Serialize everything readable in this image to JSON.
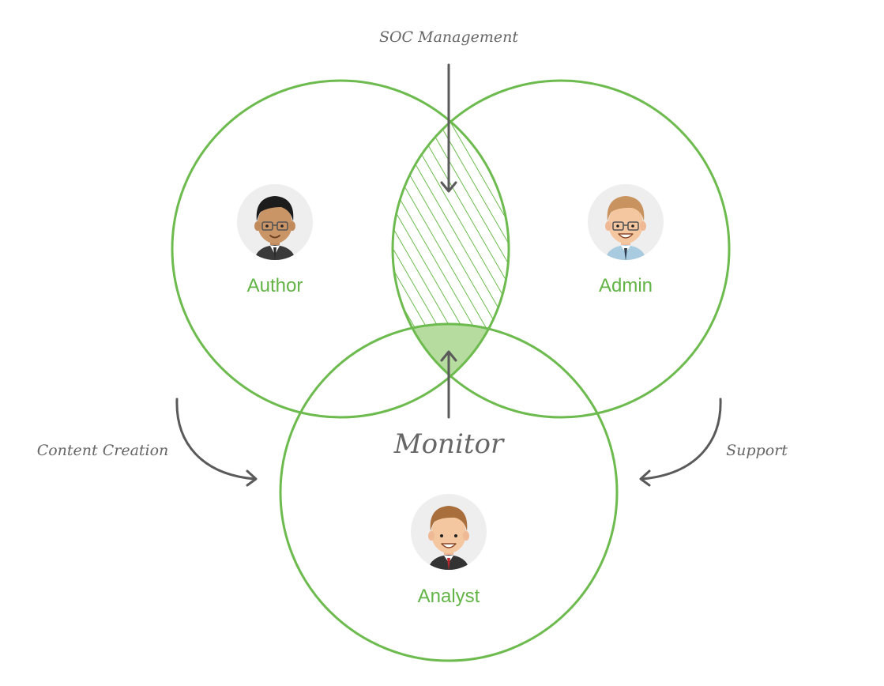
{
  "colors": {
    "circle": "#6dbb4e",
    "label": "#62b446",
    "text": "#666666",
    "arrow": "#5a5a5a",
    "core_fill": "#b6dc9f",
    "avatar_bg": "#eeeeee"
  },
  "annotations": {
    "top": "SOC Management",
    "left": "Content Creation",
    "right": "Support",
    "center": "Monitor"
  },
  "roles": {
    "author": {
      "label": "Author",
      "icon": "author-avatar-icon"
    },
    "admin": {
      "label": "Admin",
      "icon": "admin-avatar-icon"
    },
    "analyst": {
      "label": "Analyst",
      "icon": "analyst-avatar-icon"
    }
  }
}
